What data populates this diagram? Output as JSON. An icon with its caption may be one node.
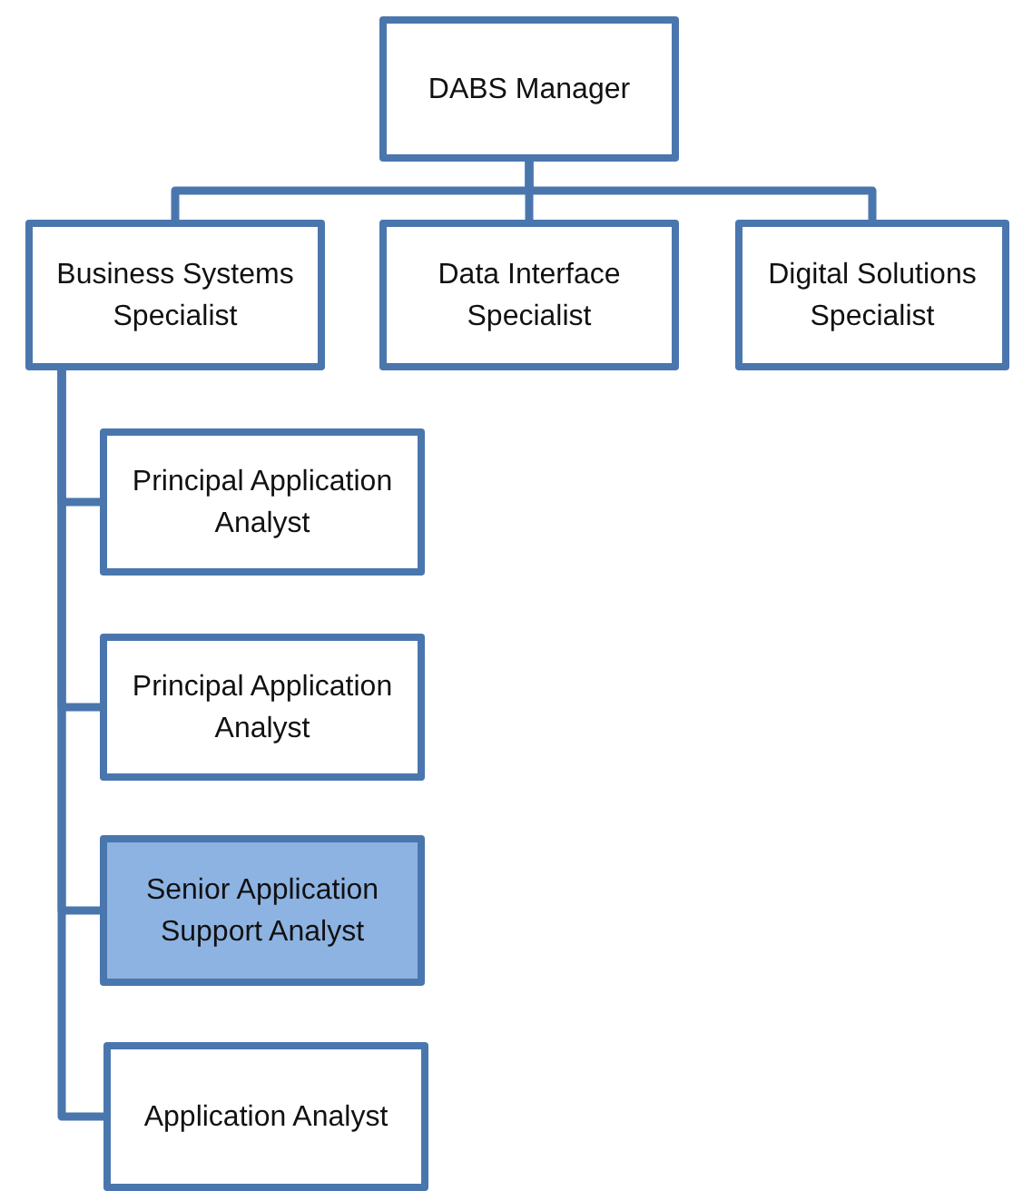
{
  "diagram": {
    "nodes": [
      {
        "text": [
          "DABS Manager"
        ]
      },
      {
        "text": [
          "Business Systems Specialist"
        ]
      },
      {
        "text": [
          "Data Interface Specialist"
        ]
      },
      {
        "text": [
          "Digital Solutions Specialist"
        ]
      },
      {
        "text": [
          "Principal Application Analyst"
        ]
      },
      {
        "text": [
          "Principal Application Analyst"
        ]
      },
      {
        "text": [
          "Senior Application Support Analyst"
        ]
      },
      {
        "text": [
          "Application Analyst"
        ]
      }
    ],
    "edges": [
      {
        "from": 0,
        "to": 1,
        "arrow": "none"
      },
      {
        "from": 0,
        "to": 2,
        "arrow": "none"
      },
      {
        "from": 0,
        "to": 3,
        "arrow": "none"
      },
      {
        "from": 1,
        "to": 4,
        "arrow": "none"
      },
      {
        "from": 1,
        "to": 5,
        "arrow": "none"
      },
      {
        "from": 1,
        "to": 6,
        "arrow": "none"
      },
      {
        "from": 1,
        "to": 7,
        "arrow": "none"
      }
    ]
  }
}
